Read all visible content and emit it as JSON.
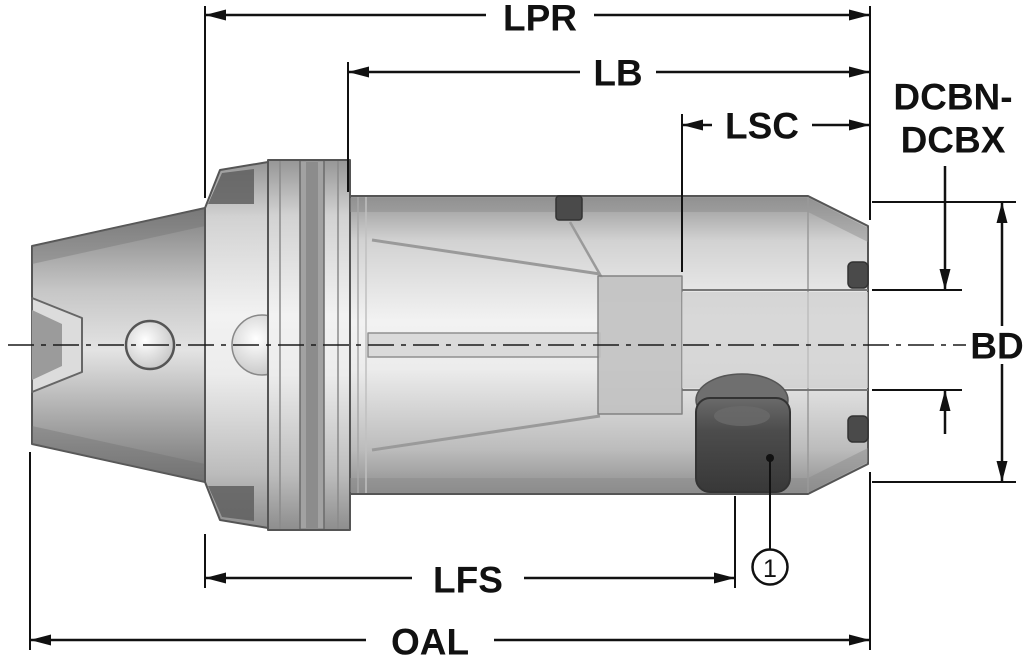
{
  "dimension_labels": {
    "lpr": "LPR",
    "lb": "LB",
    "lsc": "LSC",
    "dcb_line1": "DCBN-",
    "dcb_line2": "DCBX",
    "bd": "BD",
    "lfs": "LFS",
    "oal": "OAL"
  },
  "callouts": {
    "one": "1"
  },
  "colors": {
    "dimension_line": "#111111",
    "background": "#ffffff",
    "metal_light": "#f2f2f2",
    "metal_mid": "#c8c8c8",
    "metal_dark": "#8a8a8a",
    "hardware_dark": "#4a4a4a"
  }
}
